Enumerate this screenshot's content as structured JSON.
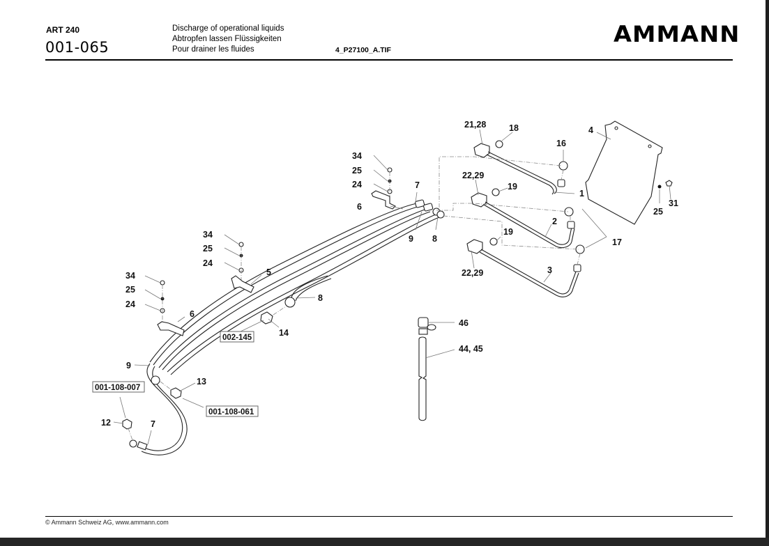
{
  "header": {
    "model": "ART 240",
    "page_code": "001-065",
    "titles": [
      "Discharge of operational liquids",
      "Abtropfen lassen Flüssigkeiten",
      "Pour drainer les fluides"
    ],
    "file_name": "4_P27100_A.TIF",
    "logo": "AMMANN"
  },
  "footer": {
    "copyright": "© Ammann Schweiz AG, www.ammann.com"
  },
  "diagram": {
    "part_labels": [
      {
        "id": "p1",
        "text": "1"
      },
      {
        "id": "p2",
        "text": "2"
      },
      {
        "id": "p3",
        "text": "3"
      },
      {
        "id": "p4",
        "text": "4"
      },
      {
        "id": "p5",
        "text": "5"
      },
      {
        "id": "p6a",
        "text": "6"
      },
      {
        "id": "p6b",
        "text": "6"
      },
      {
        "id": "p7a",
        "text": "7"
      },
      {
        "id": "p7b",
        "text": "7"
      },
      {
        "id": "p8a",
        "text": "8"
      },
      {
        "id": "p8b",
        "text": "8"
      },
      {
        "id": "p9a",
        "text": "9"
      },
      {
        "id": "p9b",
        "text": "9"
      },
      {
        "id": "p12",
        "text": "12"
      },
      {
        "id": "p13",
        "text": "13"
      },
      {
        "id": "p14",
        "text": "14"
      },
      {
        "id": "p16",
        "text": "16"
      },
      {
        "id": "p17",
        "text": "17"
      },
      {
        "id": "p18",
        "text": "18"
      },
      {
        "id": "p19a",
        "text": "19"
      },
      {
        "id": "p19b",
        "text": "19"
      },
      {
        "id": "p2128",
        "text": "21,28"
      },
      {
        "id": "p2229a",
        "text": "22,29"
      },
      {
        "id": "p2229b",
        "text": "22,29"
      },
      {
        "id": "p24a",
        "text": "24"
      },
      {
        "id": "p24b",
        "text": "24"
      },
      {
        "id": "p24c",
        "text": "24"
      },
      {
        "id": "p25a",
        "text": "25"
      },
      {
        "id": "p25b",
        "text": "25"
      },
      {
        "id": "p25c",
        "text": "25"
      },
      {
        "id": "p25d",
        "text": "25"
      },
      {
        "id": "p31",
        "text": "31"
      },
      {
        "id": "p34a",
        "text": "34"
      },
      {
        "id": "p34b",
        "text": "34"
      },
      {
        "id": "p34c",
        "text": "34"
      },
      {
        "id": "p4445",
        "text": "44, 45"
      },
      {
        "id": "p46",
        "text": "46"
      }
    ],
    "references": [
      {
        "id": "r002145",
        "text": "002-145"
      },
      {
        "id": "r001108007",
        "text": "001-108-007"
      },
      {
        "id": "r001108061",
        "text": "001-108-061"
      }
    ]
  }
}
